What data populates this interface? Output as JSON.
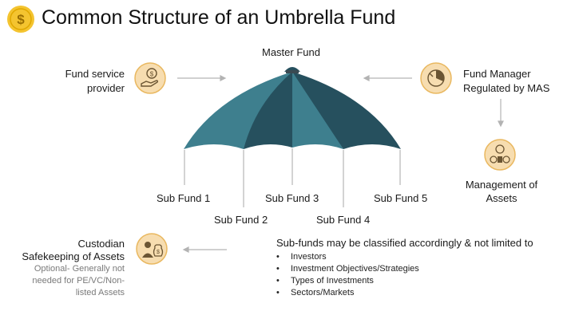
{
  "title": "Common Structure of an Umbrella Fund",
  "master_fund": "Master Fund",
  "fund_service_provider": {
    "line1": "Fund  service",
    "line2": "provider"
  },
  "fund_manager": {
    "line1": "Fund Manager",
    "line2": "Regulated by MAS"
  },
  "management": {
    "line1": "Management of",
    "line2": "Assets"
  },
  "custodian": {
    "line1": "Custodian",
    "line2": "Safekeeping of Assets",
    "note1": "Optional- Generally not",
    "note2": "needed for PE/VC/Non-",
    "note3": "listed Assets"
  },
  "sub_funds": [
    "Sub Fund 1",
    "Sub Fund 2",
    "Sub Fund 3",
    "Sub Fund 4",
    "Sub Fund 5"
  ],
  "classification": {
    "heading": "Sub-funds may be classified accordingly & not limited to",
    "items": [
      "Investors",
      "Investment Objectives/Strategies",
      "Types of Investments",
      "Sectors/Markets"
    ]
  },
  "colors": {
    "umbrella_light": "#3e7f8e",
    "umbrella_dark": "#26505e",
    "icon_bg": "#f7ddb0",
    "icon_ring": "#e9b860",
    "icon_ink": "#6b5533",
    "coin": "#f4c430",
    "arrow": "#b3b3b3"
  }
}
